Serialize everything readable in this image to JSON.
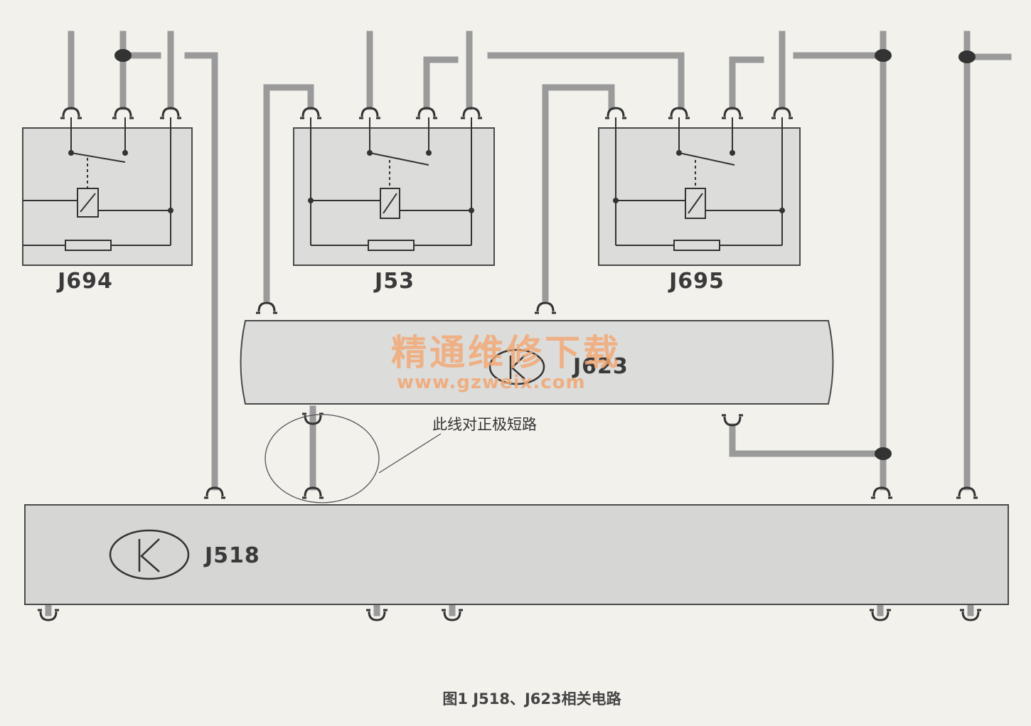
{
  "modules": {
    "j694": {
      "label": "J694"
    },
    "j53": {
      "label": "J53"
    },
    "j695": {
      "label": "J695"
    },
    "j623": {
      "label": "J623"
    },
    "j518": {
      "label": "J518"
    }
  },
  "annotation": {
    "text": "此线对正极短路"
  },
  "watermark": {
    "text": "精通维修下载",
    "url": "www.gzweix.com"
  },
  "caption": {
    "text": "图1  J518、J623相关电路"
  },
  "colors": {
    "wire": "#9a9a9a",
    "box_fill": "#dcdcda",
    "box_stroke": "#4a4a4a",
    "bus_fill": "#d6d6d4",
    "watermark": "#f2a772"
  }
}
